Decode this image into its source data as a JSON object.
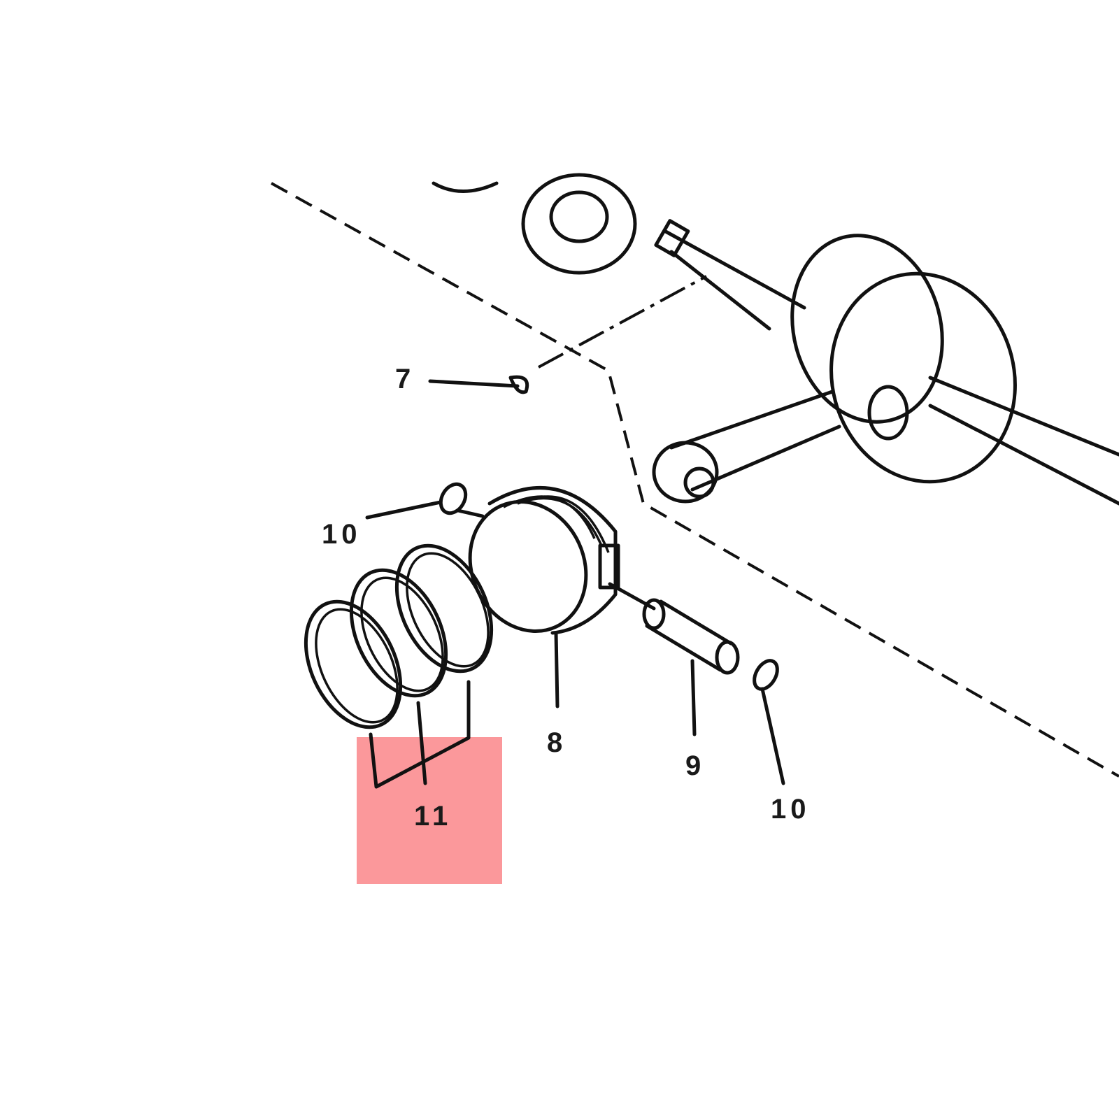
{
  "diagram": {
    "highlight_color": "#fb9296",
    "labels": {
      "crank_key": "7",
      "clip_left": "10",
      "piston": "8",
      "piston_pin": "9",
      "clip_right": "10",
      "piston_rings": "11"
    },
    "highlighted_part": "11"
  }
}
